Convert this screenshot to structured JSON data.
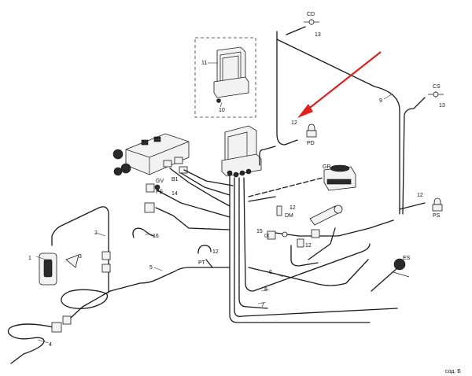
{
  "diagram": {
    "callouts": {
      "c1": "1",
      "c2": "2",
      "c3": "3",
      "c4": "4",
      "c5": "5",
      "c6": "6",
      "c7": "7",
      "c8": "8",
      "c9": "9",
      "c10": "10",
      "c11": "11",
      "c12a": "12",
      "c12b": "12",
      "c12c": "12",
      "c12d": "12",
      "c12e": "12",
      "c13a": "13",
      "c13b": "13",
      "c14": "14",
      "c15": "15",
      "c16": "16"
    },
    "codes": {
      "cd": "CD",
      "cs": "CS",
      "pd": "PD",
      "ps": "PS",
      "gr": "GR",
      "dm": "DM",
      "ix": "IX",
      "pt": "PT",
      "es": "ES",
      "gv": "GV",
      "pe": "PE",
      "b1": "B1"
    },
    "footer": "сод. Б",
    "accent_color": "#e0201e"
  }
}
